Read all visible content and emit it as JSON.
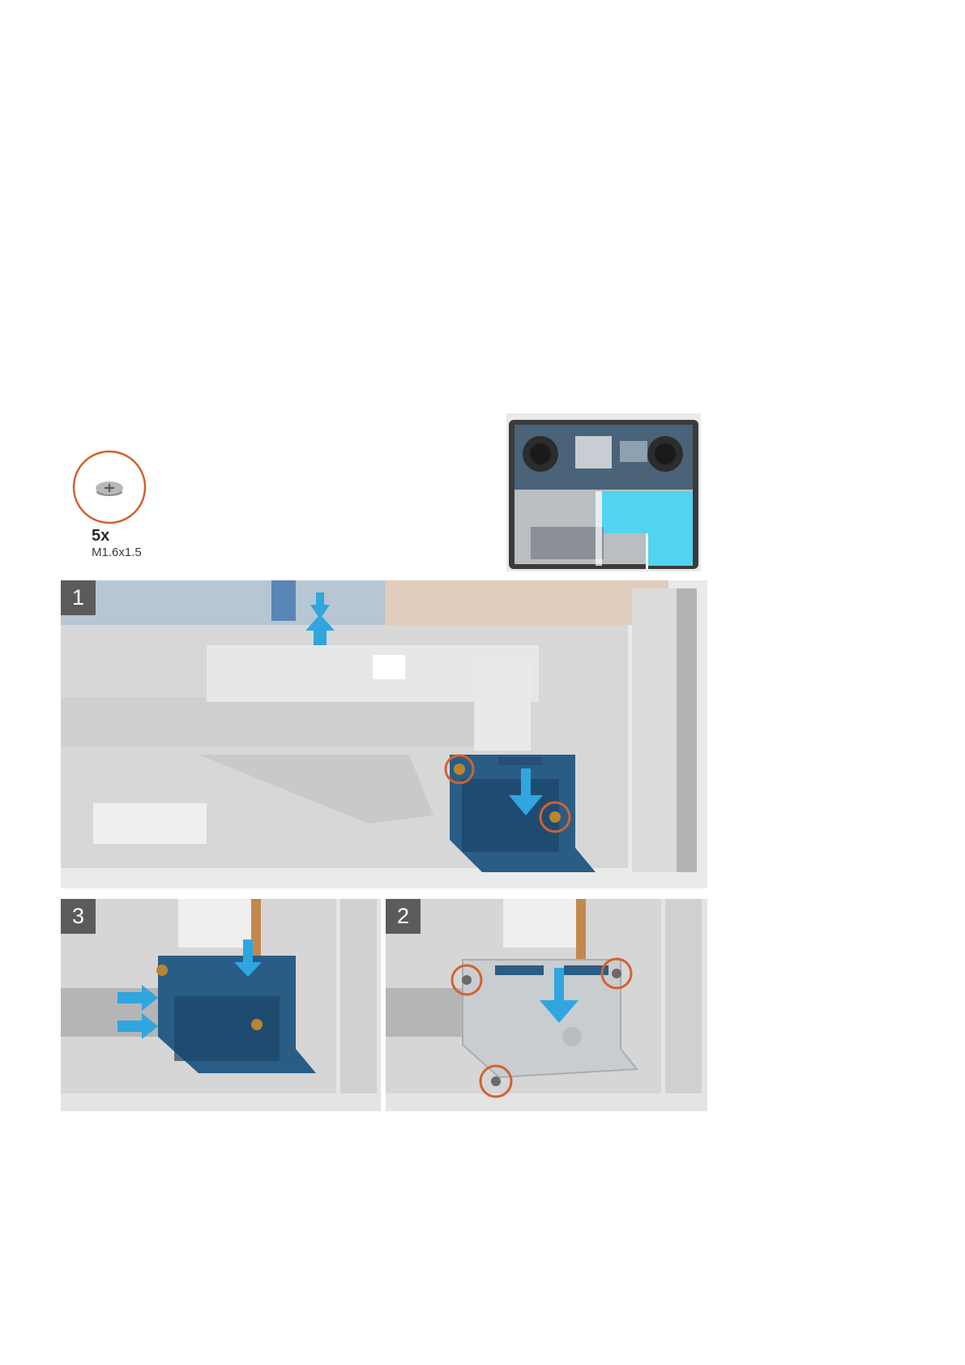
{
  "screw_callout": {
    "count": "5x",
    "size": "M1.6x1.5",
    "icon": "screw-icon",
    "ring_color": "#d2622f"
  },
  "steps": [
    {
      "number": "1"
    },
    {
      "number": "3"
    },
    {
      "number": "2"
    }
  ],
  "colors": {
    "arrow": "#2fa6e0",
    "screw_ring": "#d2622f",
    "board": "#2a5d86",
    "highlight": "#3fc3ea",
    "badge": "#5b5b5b"
  }
}
